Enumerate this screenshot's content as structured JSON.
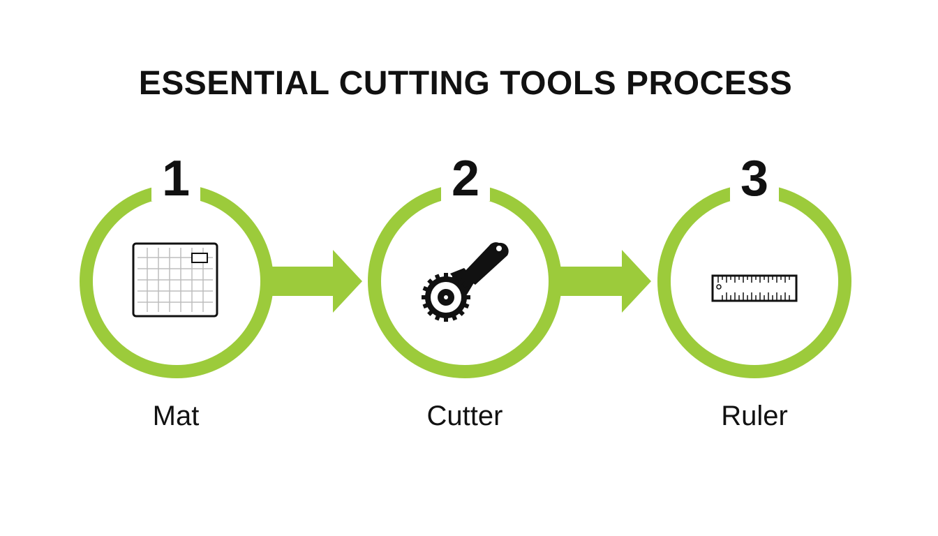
{
  "title": "ESSENTIAL CUTTING TOOLS PROCESS",
  "accent_color": "#9ccb3b",
  "steps": [
    {
      "number": "1",
      "label": "Mat",
      "icon": "cutting-mat-icon"
    },
    {
      "number": "2",
      "label": "Cutter",
      "icon": "rotary-cutter-icon"
    },
    {
      "number": "3",
      "label": "Ruler",
      "icon": "ruler-icon"
    }
  ]
}
